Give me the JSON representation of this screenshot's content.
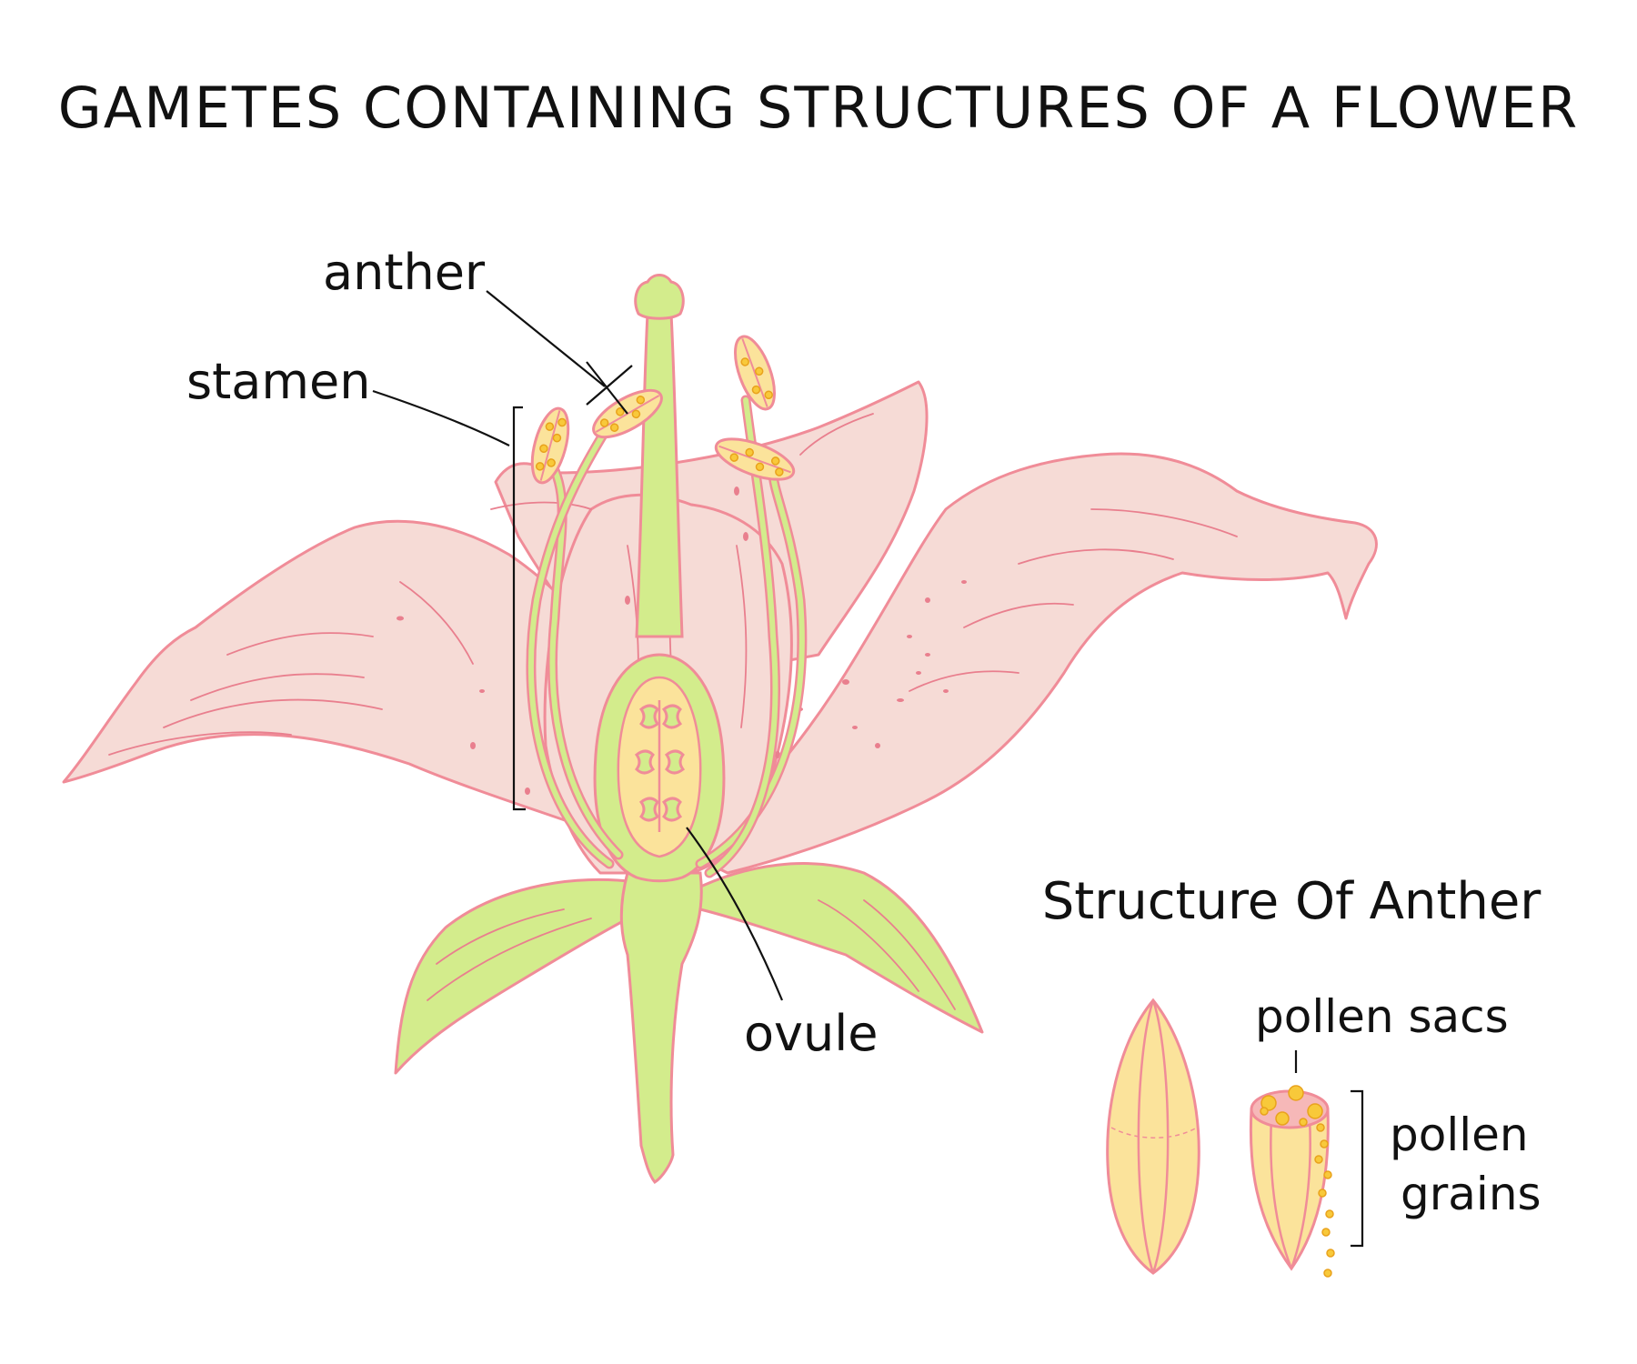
{
  "title": "GAMETES CONTAINING STRUCTURES OF A FLOWER",
  "labels": {
    "anther": "anther",
    "stamen": "stamen",
    "ovule": "ovule"
  },
  "inset": {
    "title": "Structure Of Anther",
    "pollen_sacs": "pollen sacs",
    "pollen_grains_line1": "pollen",
    "pollen_grains_line2": "grains"
  },
  "colors": {
    "petal_fill": "#f6dbd6",
    "outline": "#f08c98",
    "green": "#d3ec8c",
    "anther_yellow": "#fbe39b",
    "pollen": "#f8c93a"
  }
}
